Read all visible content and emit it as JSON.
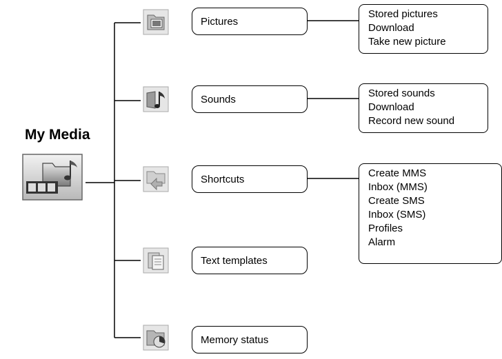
{
  "root": {
    "title": "My Media",
    "icon": "media-folder-icon"
  },
  "items": [
    {
      "label": "Pictures",
      "icon": "pictures-folder-icon",
      "submenu": [
        "Stored pictures",
        "Download",
        "Take new picture"
      ]
    },
    {
      "label": "Sounds",
      "icon": "sounds-icon",
      "submenu": [
        "Stored sounds",
        "Download",
        "Record new sound"
      ]
    },
    {
      "label": "Shortcuts",
      "icon": "shortcuts-icon",
      "submenu": [
        "Create MMS",
        "Inbox (MMS)",
        "Create SMS",
        "Inbox (SMS)",
        "Profiles",
        "Alarm"
      ]
    },
    {
      "label": "Text templates",
      "icon": "text-templates-icon",
      "submenu": []
    },
    {
      "label": "Memory status",
      "icon": "memory-status-icon",
      "submenu": []
    }
  ]
}
